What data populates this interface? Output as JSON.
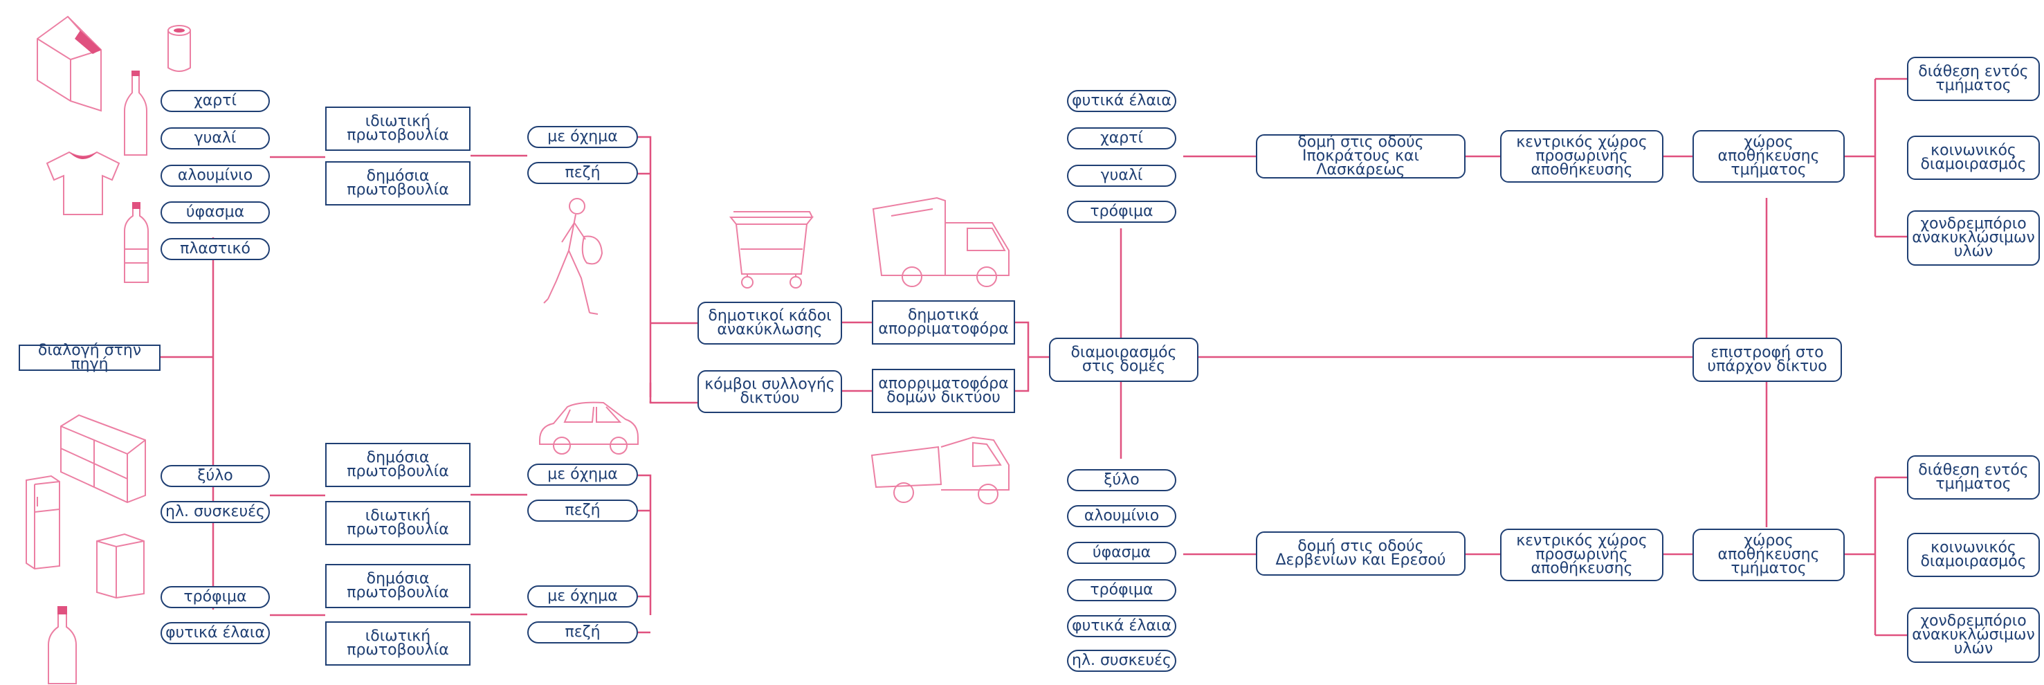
{
  "colors": {
    "line": "#e0517f",
    "box": "#1f3f73",
    "illustration": "#ec7fa3"
  },
  "source_sorting": "διαλογή στην πηγή",
  "group_a": {
    "materials": [
      "χαρτί",
      "γυαλί",
      "αλουμίνιο",
      "ύφασμα",
      "πλαστικό"
    ],
    "initiatives": [
      "ιδιωτική\nπρωτοβουλία",
      "δημόσια\nπρωτοβουλία"
    ],
    "modes": [
      "με όχημα",
      "πεζή"
    ]
  },
  "group_b": {
    "materials": [
      "ξύλο",
      "ηλ. συσκευές"
    ],
    "initiatives": [
      "δημόσια\nπρωτοβουλία",
      "ιδιωτική\nπρωτοβουλία"
    ],
    "modes": [
      "με όχημα",
      "πεζή"
    ]
  },
  "group_c": {
    "materials": [
      "τρόφιμα",
      "φυτικά έλαια"
    ],
    "initiatives": [
      "δημόσια\nπρωτοβουλία",
      "ιδιωτική\nπρωτοβουλία"
    ],
    "modes": [
      "με όχημα",
      "πεζή"
    ]
  },
  "collection_points": [
    "δημοτικοί κάδοι\nανακύκλωσης",
    "κόμβοι συλλογής\nδικτύου"
  ],
  "trucks": [
    "δημοτικά\nαπορριματοφόρα",
    "απορριματοφόρα\nδομών δικτύου"
  ],
  "distribution": "διαμοιρασμός\nστις δομές",
  "upper_materials": [
    "φυτικά έλαια",
    "χαρτί",
    "γυαλί",
    "τρόφιμα"
  ],
  "lower_materials": [
    "ξύλο",
    "αλουμίνιο",
    "ύφασμα",
    "τρόφιμα",
    "φυτικά έλαια",
    "ηλ. συσκευές"
  ],
  "upper_chain": [
    "δομή στις οδούς\nΙποκράτους και Λασκάρεως",
    "κεντρικός χώρος\nπροσωρινής\nαποθήκευσης",
    "χώρος\nαποθήκευσης\nτμήματος"
  ],
  "lower_chain": [
    "δομή στις οδούς\nΔερβενίων και Ερεσού",
    "κεντρικός χώρος\nπροσωρινής\nαποθήκευσης",
    "χώρος\nαποθήκευσης\nτμήματος"
  ],
  "return": "επιστροφή στο\nυπάρχον δίκτυο",
  "upper_outcomes": [
    "διάθεση εντός\nτμήματος",
    "κοινωνικός\nδιαμοιρασμός",
    "χονδρεμπόριο\nανακυκλώσιμων\nυλών"
  ],
  "lower_outcomes": [
    "διάθεση εντός\nτμήματος",
    "κοινωνικός\nδιαμοιρασμός",
    "χονδρεμπόριο\nανακυκλώσιμων\nυλών"
  ],
  "illustrations": [
    "milk-carton",
    "can",
    "glass-bottle",
    "t-shirt",
    "plastic-bottle",
    "walking-person",
    "recycling-bin",
    "garbage-truck",
    "car",
    "pickup-truck",
    "shelf-furniture",
    "fridge",
    "paper-bag",
    "oil-bottle"
  ]
}
